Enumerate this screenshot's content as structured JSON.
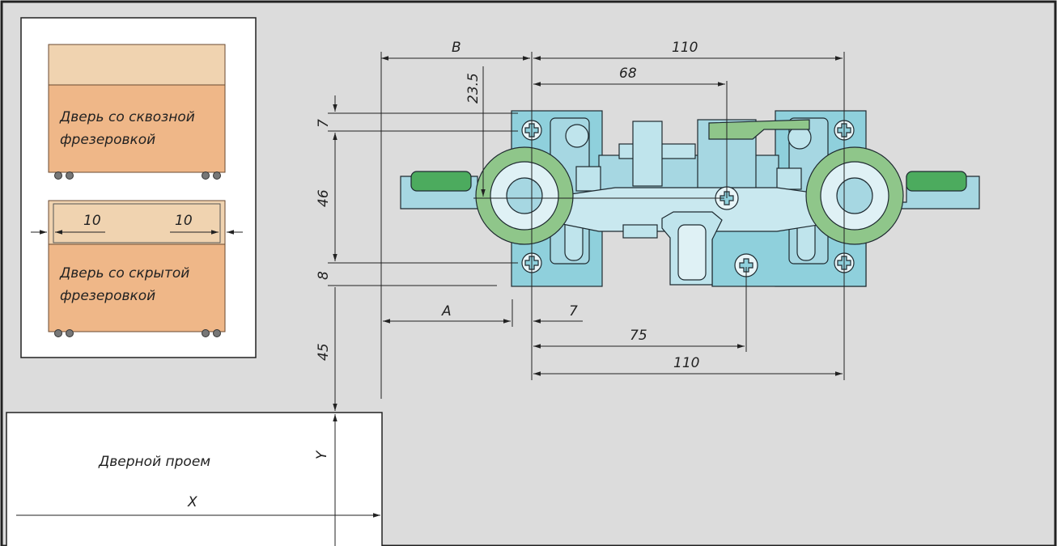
{
  "doors": {
    "through_label_1": "Дверь со сквозной",
    "through_label_2": "фрезеровкой",
    "hidden_label_1": "Дверь со скрытой",
    "hidden_label_2": "фрезеровкой",
    "offset_left": "10",
    "offset_right": "10"
  },
  "opening": {
    "label": "Дверной проем",
    "x_label": "X",
    "y_label": "Y"
  },
  "dimensions": {
    "B": "B",
    "top_110": "110",
    "d68": "68",
    "d23_5": "23.5",
    "d7_left": "7",
    "d46": "46",
    "d8": "8",
    "d45": "45",
    "A": "A",
    "d7_bottom": "7",
    "d75": "75",
    "bottom_110": "110"
  },
  "colors": {
    "background": "#dcdcdc",
    "door_wood": "#efb788",
    "door_top": "#f0d3b0",
    "bracket": "#8fd0dc",
    "wheel_ring": "#8fc68a",
    "guide_green": "#4cab5e"
  }
}
